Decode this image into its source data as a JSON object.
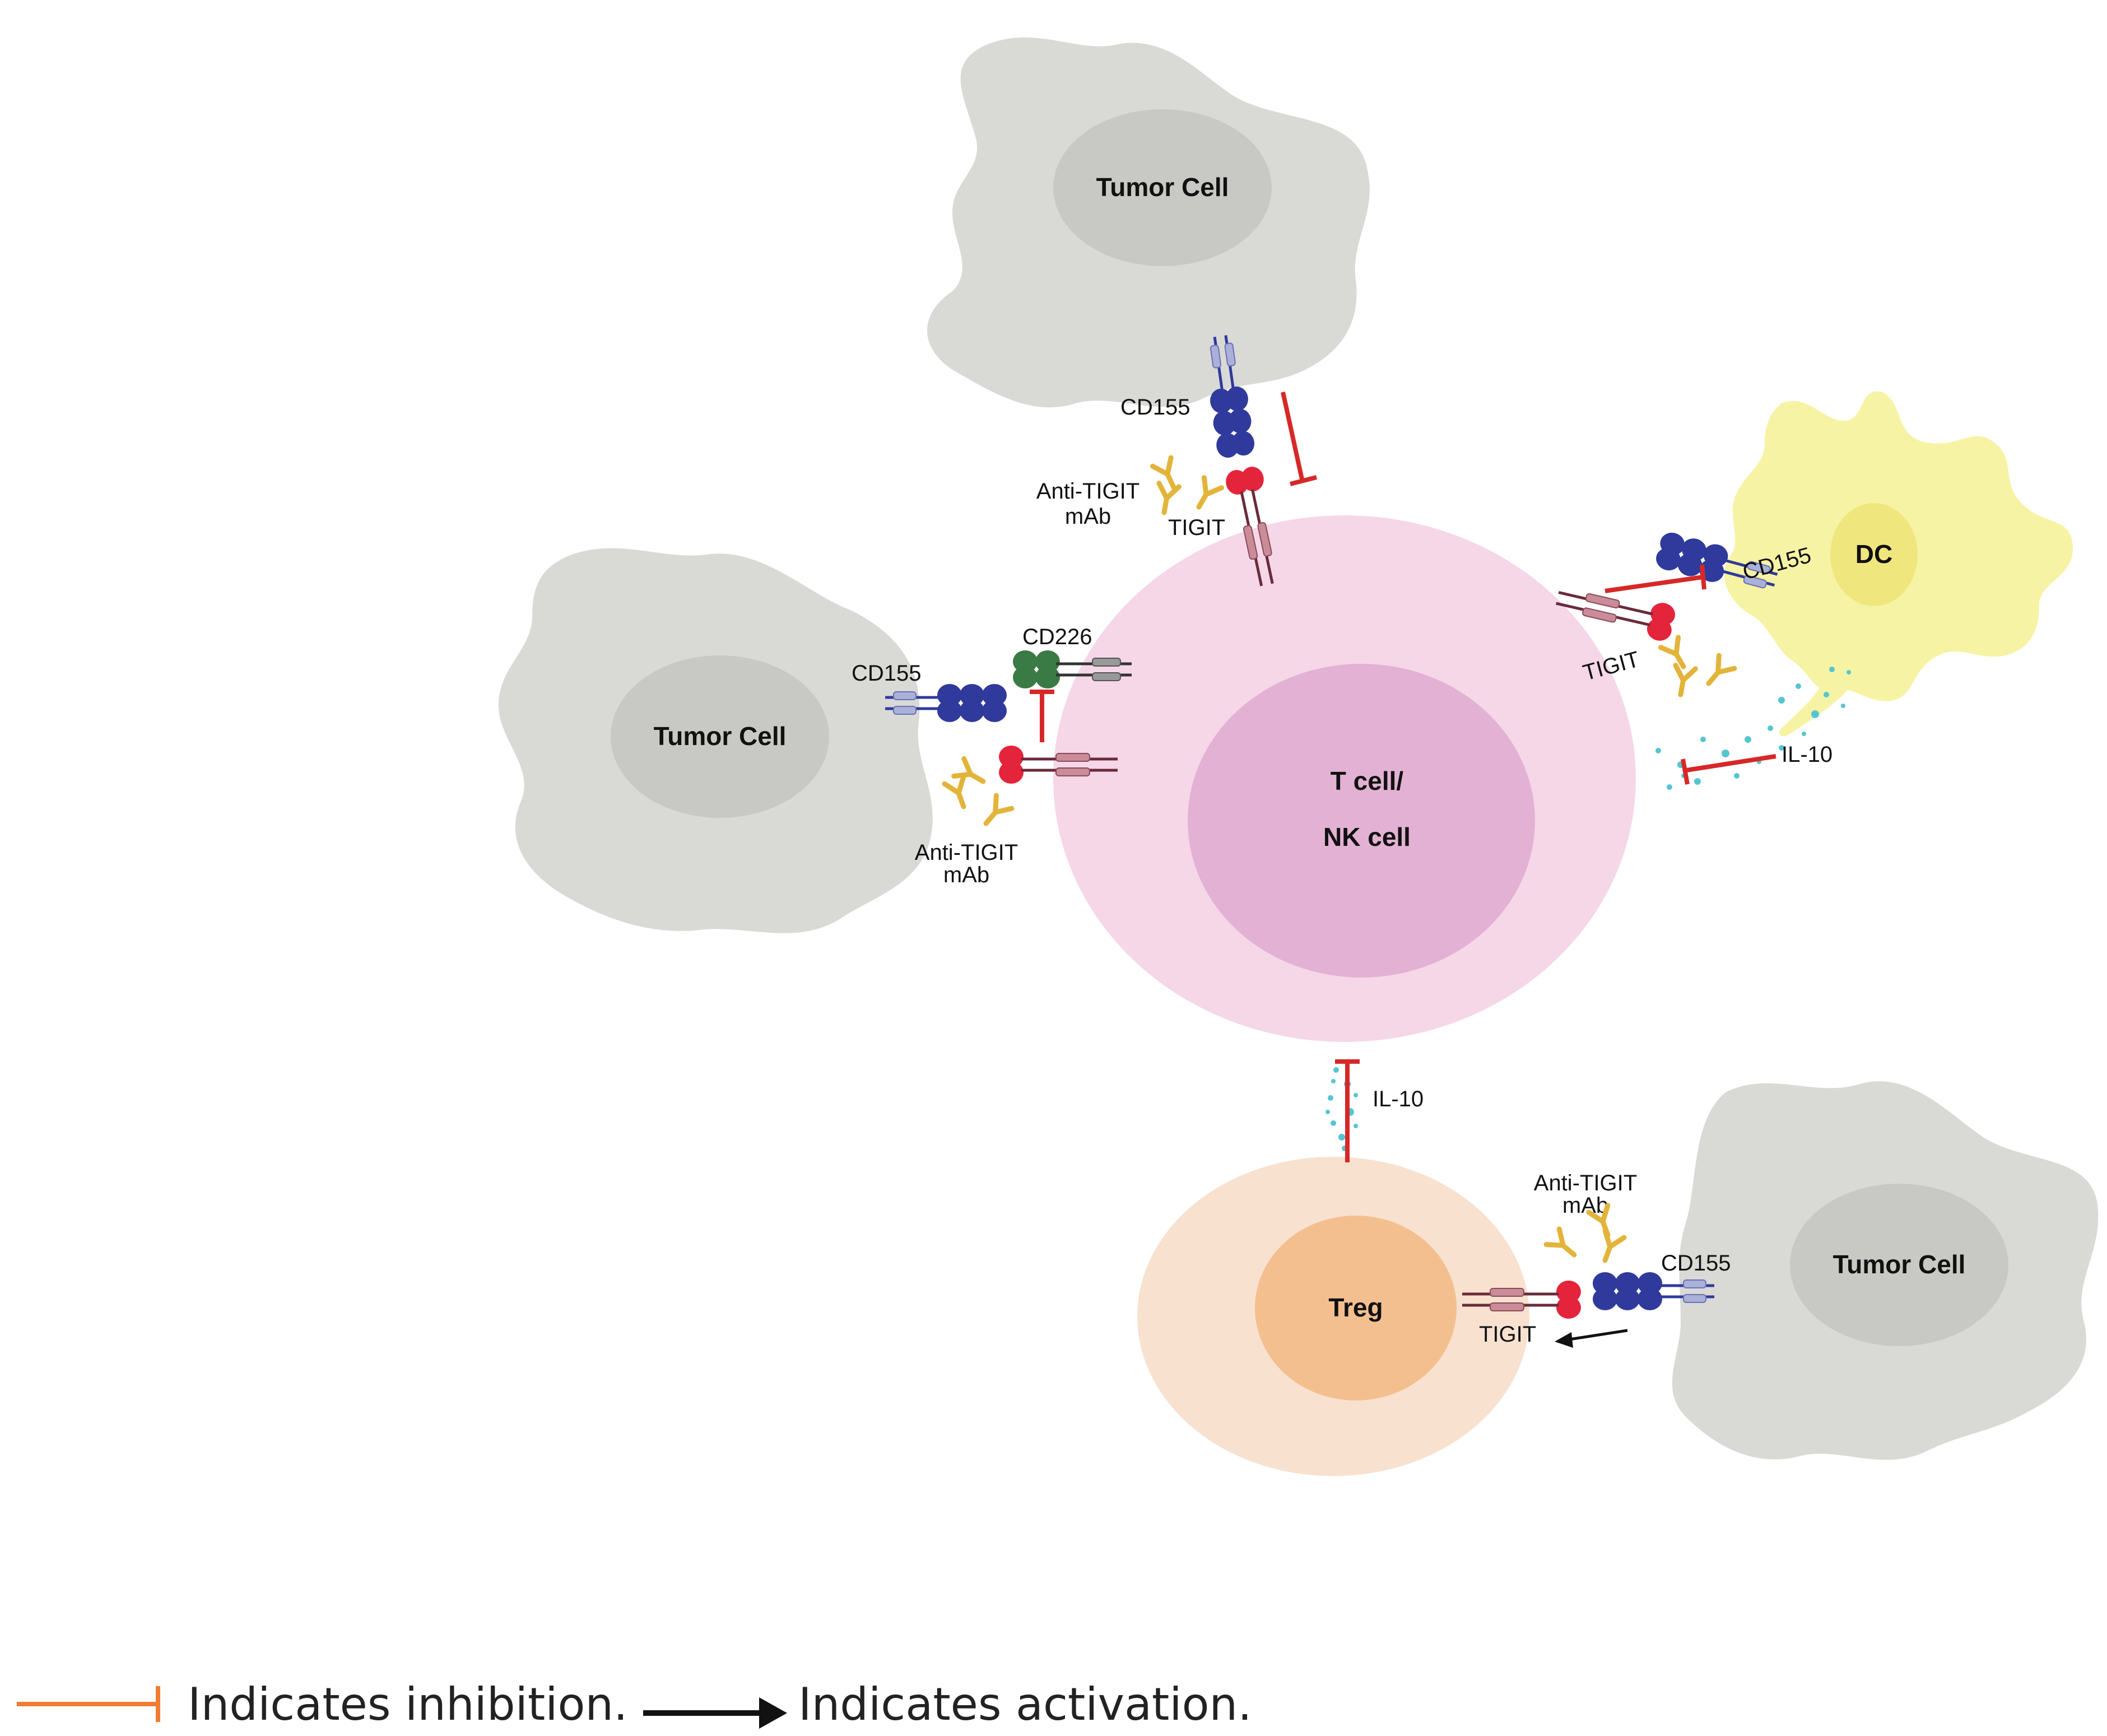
{
  "cells": {
    "tumor_top": "Tumor Cell",
    "tumor_left": "Tumor Cell",
    "tumor_bottom_right": "Tumor Cell",
    "t_nk_line1": "T cell/",
    "t_nk_line2": "NK cell",
    "dc": "DC",
    "treg": "Treg"
  },
  "labels": {
    "cd155_top": "CD155",
    "tigit_top": "TIGIT",
    "anti_top_line1": "Anti-TIGIT",
    "anti_top_line2": "mAb",
    "cd155_left": "CD155",
    "cd226": "CD226",
    "anti_left_line1": "Anti-TIGIT",
    "anti_left_line2": "mAb",
    "cd155_dc": "CD155",
    "tigit_dc": "TIGIT",
    "il10_dc": "IL-10",
    "il10_treg": "IL-10",
    "anti_treg_line1": "Anti-TIGIT",
    "anti_treg_line2": "mAb",
    "cd155_treg": "CD155",
    "tigit_treg": "TIGIT"
  },
  "legend": {
    "inhibition": "Indicates inhibition.",
    "activation": "Indicates activation."
  },
  "colors": {
    "tumor_outer": "#d9d9d6",
    "tumor_nucleus": "#c8c8c5",
    "tcell_outer": "#f5d7e8",
    "tcell_nucleus": "#e3b1d3",
    "dc_body": "#f7f3a4",
    "dc_nucleus": "#efe77e",
    "treg_outer": "#f8e1cf",
    "treg_nucleus": "#f4bf8f",
    "cd155": "#2f3a9c",
    "tigit": "#e4243b",
    "cd226": "#3a7a44",
    "antibody": "#e3b43a",
    "inhibition": "#d62828",
    "legend_inhibition": "#f07d32",
    "il10_dots": "#55c6d0"
  }
}
